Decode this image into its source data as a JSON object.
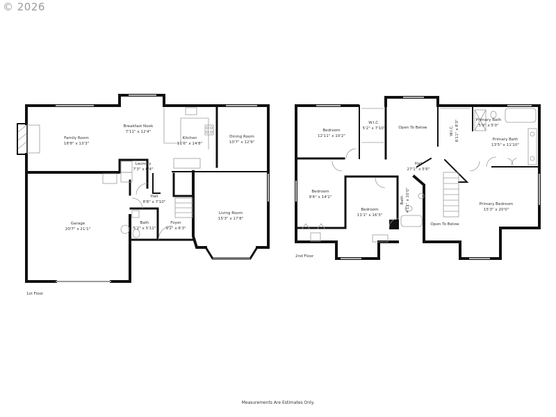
{
  "copyright": "© 2026",
  "footer_note": "Measurements Are Estimates Only.",
  "floors": [
    {
      "label": "1st Floor",
      "rooms": [
        {
          "name": "Family Room",
          "dims": "18'8\" x 13'3\""
        },
        {
          "name": "Breakfast Nook",
          "dims": "7'11\" x 12'4\""
        },
        {
          "name": "Kitchen",
          "dims": "11'6\" x 14'8\""
        },
        {
          "name": "Dining Room",
          "dims": "10'7\" x 12'9\""
        },
        {
          "name": "Laundry",
          "dims": "7'3\" x 6'4\""
        },
        {
          "name": "Hall",
          "dims": "8'8\" x 7'10\""
        },
        {
          "name": "Garage",
          "dims": "20'7\" x 21'1\""
        },
        {
          "name": "Bath",
          "dims": "5'2\" x 5'11\""
        },
        {
          "name": "Foyer",
          "dims": "9'2\" x 6'3\""
        },
        {
          "name": "Living Room",
          "dims": "15'3\" x 17'8\""
        }
      ]
    },
    {
      "label": "2nd Floor",
      "rooms": [
        {
          "name": "Bedroom",
          "dims": "12'11\" x 10'2\""
        },
        {
          "name": "W.I.C.",
          "dims": "5'2\" x 7'10\""
        },
        {
          "name": "Open To Below",
          "dims": ""
        },
        {
          "name": "W.I.C.",
          "dims": "6'11\" x 8'3\""
        },
        {
          "name": "Primary Bath",
          "dims": "5'9\" x 5'0\""
        },
        {
          "name": "Primary Bath",
          "dims": "13'5\" x 11'10\""
        },
        {
          "name": "Hall",
          "dims": "27'1\" x 5'6\""
        },
        {
          "name": "Bedroom",
          "dims": "9'6\" x 14'1\""
        },
        {
          "name": "Bedroom",
          "dims": "11'1\" x 16'3\""
        },
        {
          "name": "Bath",
          "dims": "4'11\" x 10'0\""
        },
        {
          "name": "Open To Below",
          "dims": ""
        },
        {
          "name": "Primary Bedroom",
          "dims": "15'3\" x 20'0\""
        }
      ]
    }
  ],
  "colors": {
    "wall": "#111111",
    "fixture": "#9a9a9a",
    "window": "#bdbdbd",
    "text": "#333333"
  }
}
